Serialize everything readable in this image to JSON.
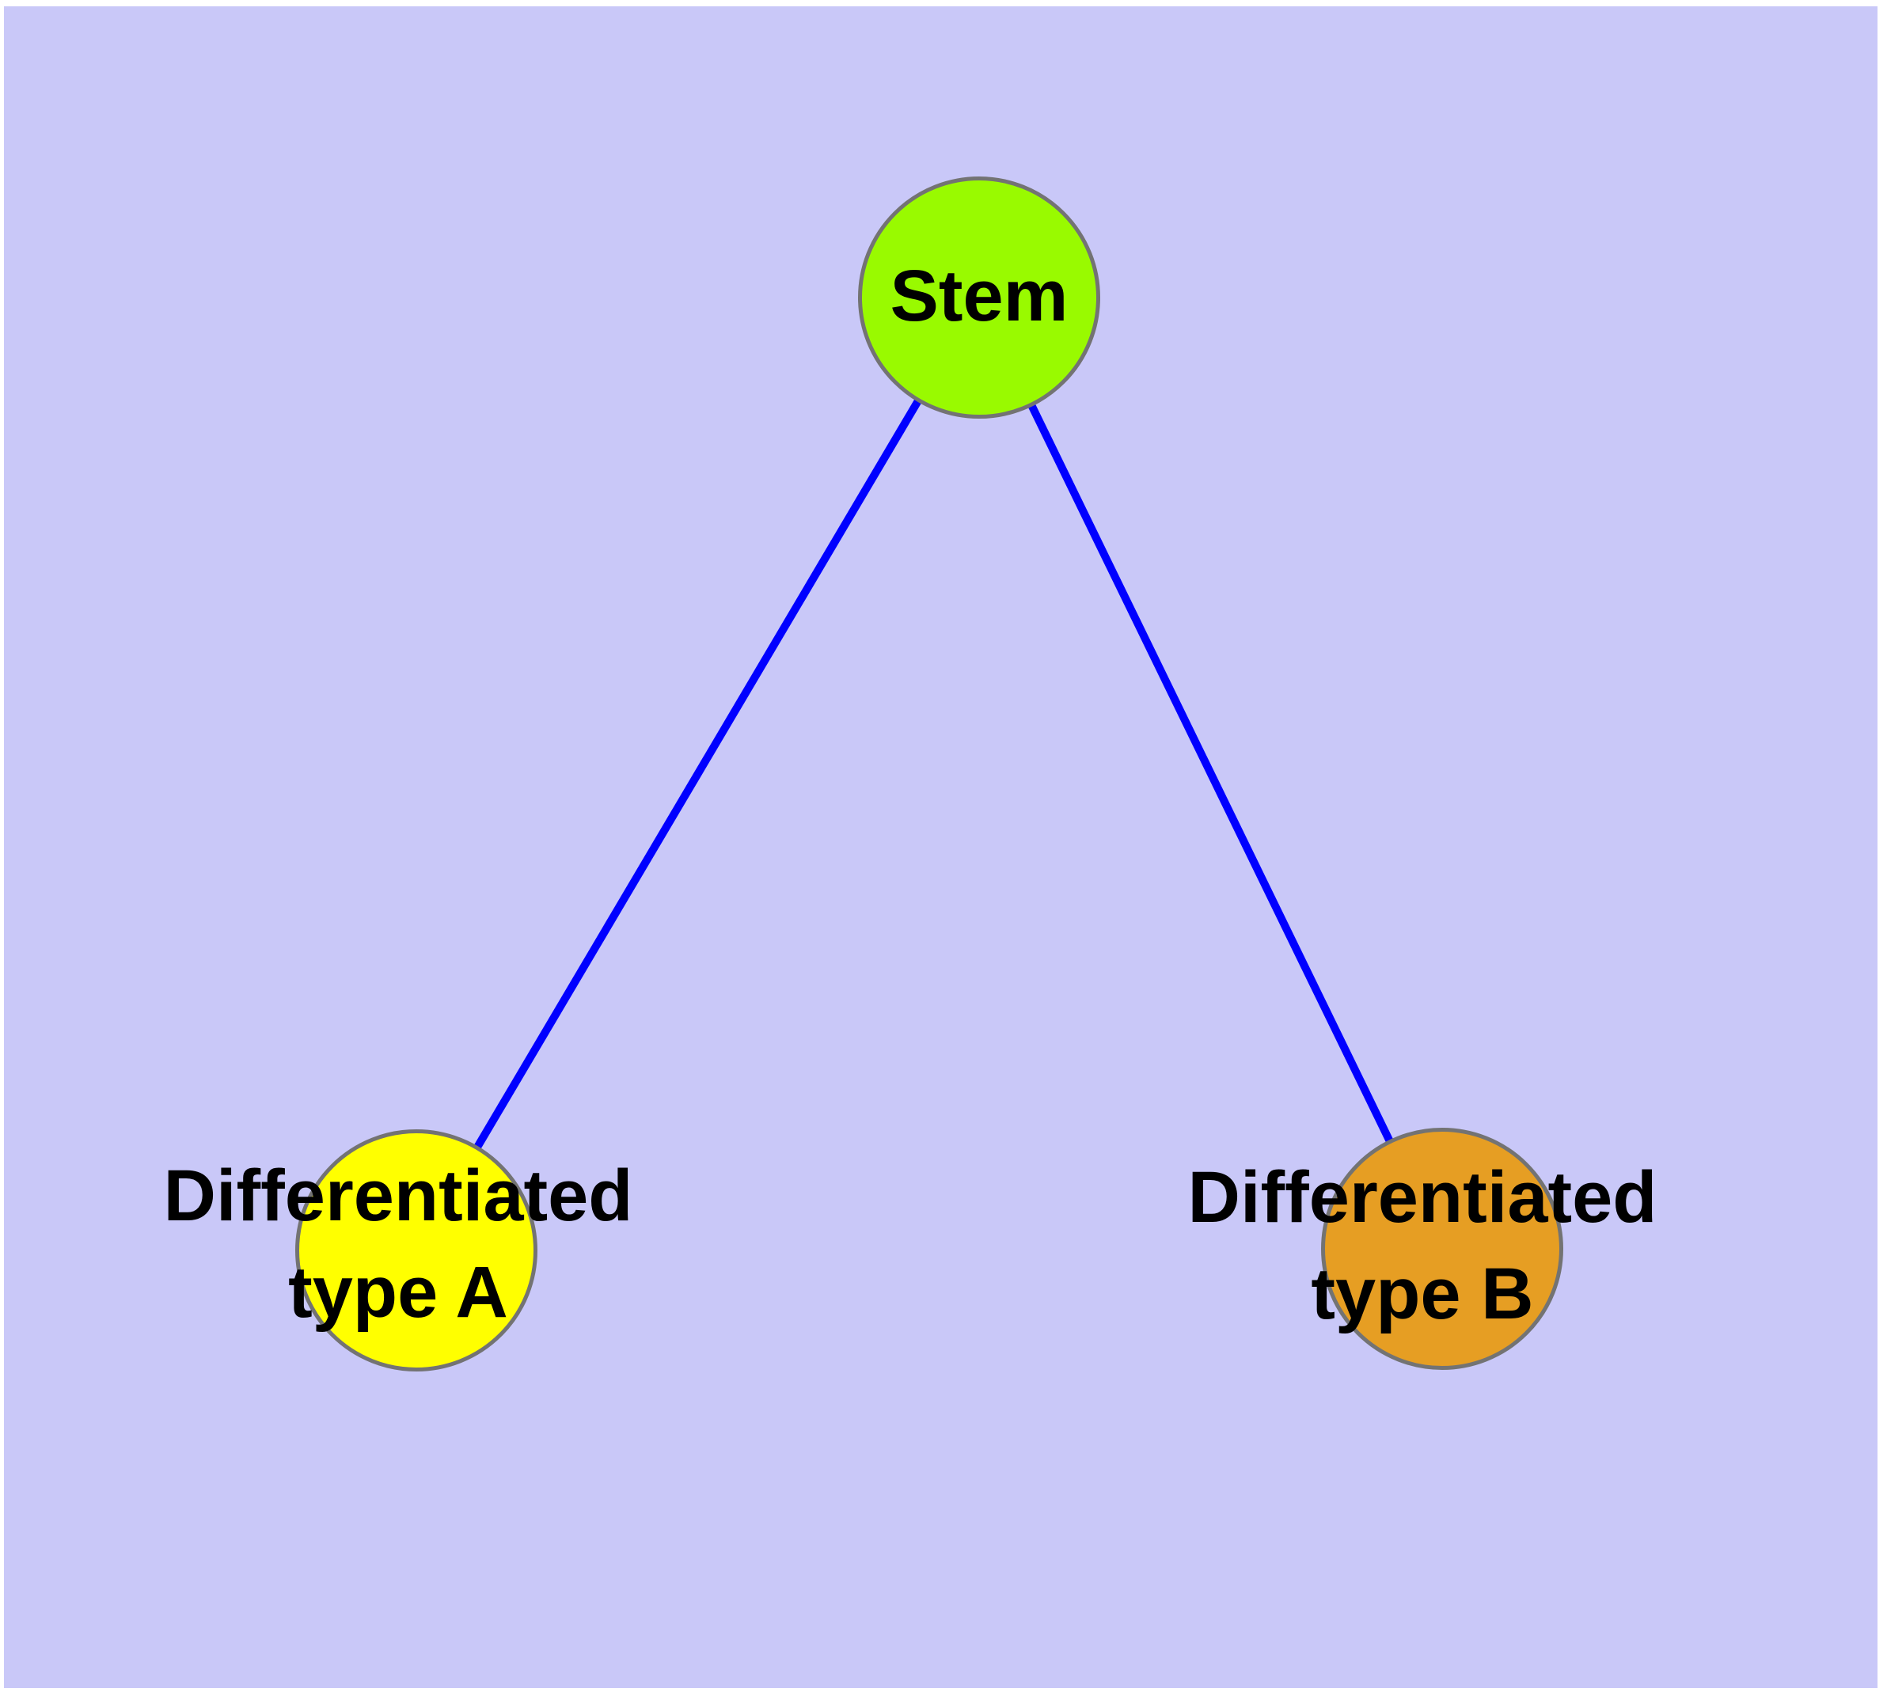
{
  "diagram": {
    "type": "graph",
    "background_color": "#c9c8f8",
    "page_margin_color": "#ffffff",
    "edge_color": "#0000ff",
    "node_border_color": "#737373",
    "label_color": "#000000",
    "nodes": [
      {
        "id": "stem",
        "label": "Stem",
        "label_lines": [
          "Stem"
        ],
        "fill_color": "#99fa00"
      },
      {
        "id": "differentiated-type-a",
        "label": "Differentiated type A",
        "label_lines": [
          "Differentiated",
          "type A"
        ],
        "fill_color": "#ffff00"
      },
      {
        "id": "differentiated-type-b",
        "label": "Differentiated type B",
        "label_lines": [
          "Differentiated",
          "type B"
        ],
        "fill_color": "#e69e23"
      }
    ],
    "edges": [
      {
        "from": "stem",
        "to": "differentiated-type-a"
      },
      {
        "from": "stem",
        "to": "differentiated-type-b"
      }
    ]
  }
}
